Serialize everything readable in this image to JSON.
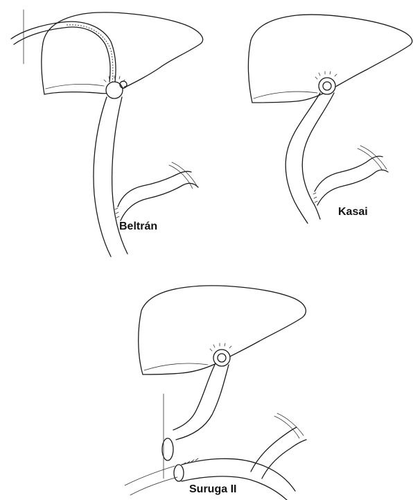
{
  "panels": [
    {
      "key": "beltran",
      "label": "Beltrán"
    },
    {
      "key": "kasai",
      "label": "Kasai"
    },
    {
      "key": "suruga",
      "label": "Suruga II"
    }
  ],
  "colors": {
    "ink": "#1a1a1a",
    "background": "#ffffff"
  }
}
